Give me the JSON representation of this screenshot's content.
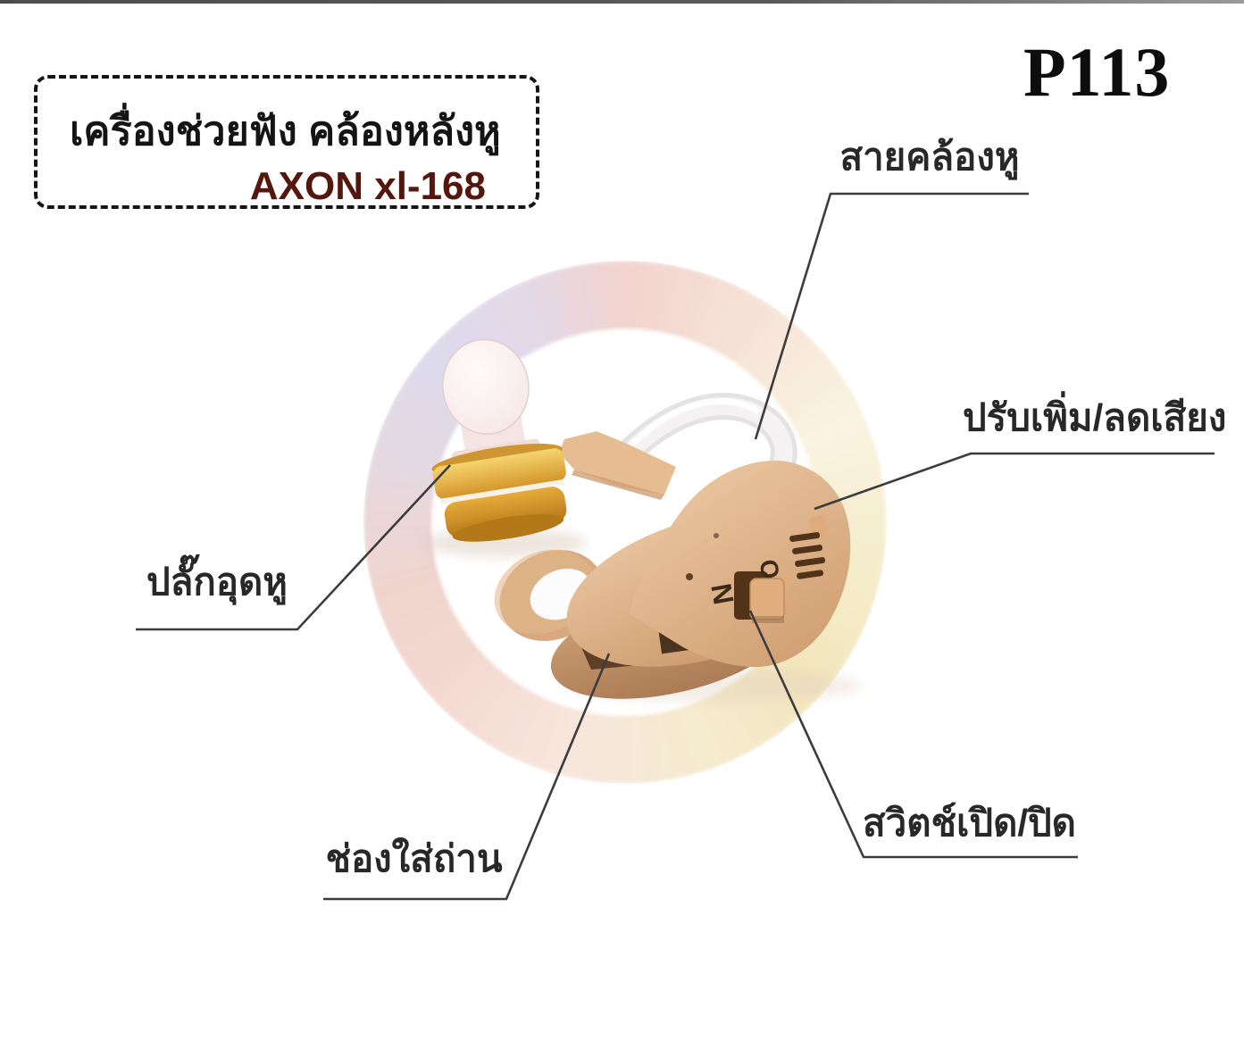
{
  "page": {
    "code": "P113"
  },
  "title_box": {
    "line1": "เครื่องช่วยฟัง คล้องหลังหู",
    "line2": "AXON xl-168"
  },
  "part_labels": {
    "ear_hook": "สายคล้องหู",
    "volume_control": "ปรับเพิ่ม/ลดเสียง",
    "ear_plug": "ปลั๊กอุดหู",
    "battery_slot": "ช่องใส่ถ่าน",
    "power_switch": "สวิตช์เปิด/ปิด"
  },
  "device_markings": {
    "switch_on_n": "N",
    "switch_on_o": "O"
  },
  "colors": {
    "model_text": "#54170d",
    "label_text": "#282828",
    "pointer_line": "#3c3c3c",
    "gold_plug": "#e3ac3c",
    "device_beige": "#dcae87",
    "ring_pink": "#f2d2cb",
    "ring_yellow": "#f3e6bb",
    "ring_lavender": "#d9d6eb"
  }
}
